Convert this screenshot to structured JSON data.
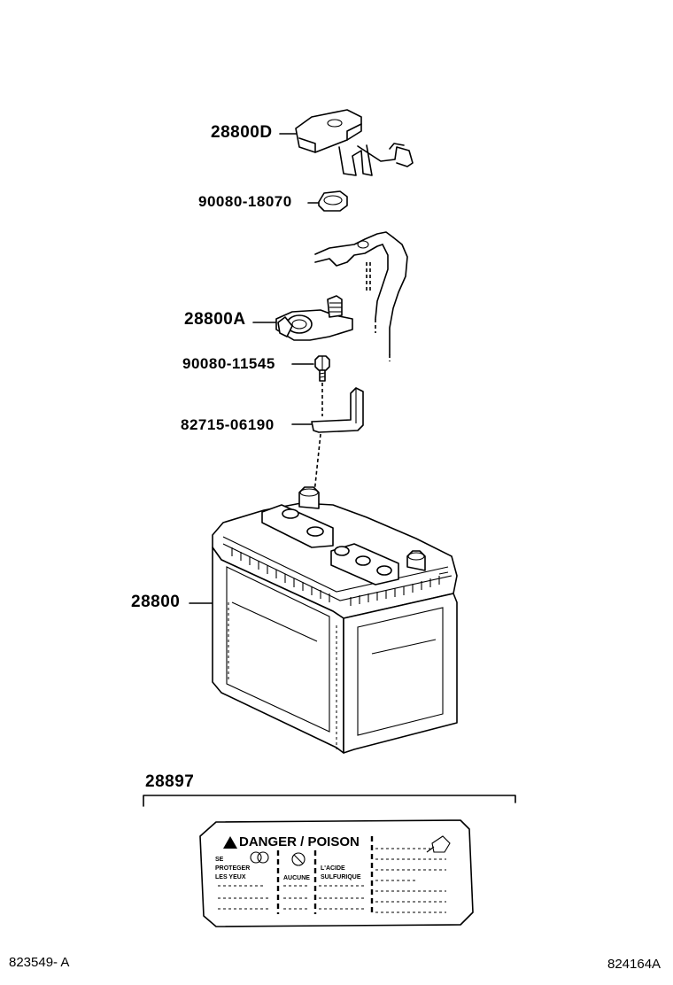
{
  "parts": [
    {
      "id": "terminal_cover",
      "number": "28800D"
    },
    {
      "id": "nut",
      "number": "90080-18070"
    },
    {
      "id": "terminal_clamp",
      "number": "28800A"
    },
    {
      "id": "bolt",
      "number": "90080-11545"
    },
    {
      "id": "clamp_bracket",
      "number": "82715-06190"
    },
    {
      "id": "battery",
      "number": "28800"
    },
    {
      "id": "caution_label",
      "number": "28897"
    }
  ],
  "caution_label": {
    "heading": "DANGER / POISON",
    "left_lines": [
      "SE",
      "PROTEGER",
      "LES YEUX"
    ],
    "center_text": "AUCUNE",
    "right_lines": [
      "L'ACIDE",
      "SULFURIQUE"
    ]
  },
  "footer": {
    "left_code": "823549- A",
    "right_code": "824164A"
  }
}
